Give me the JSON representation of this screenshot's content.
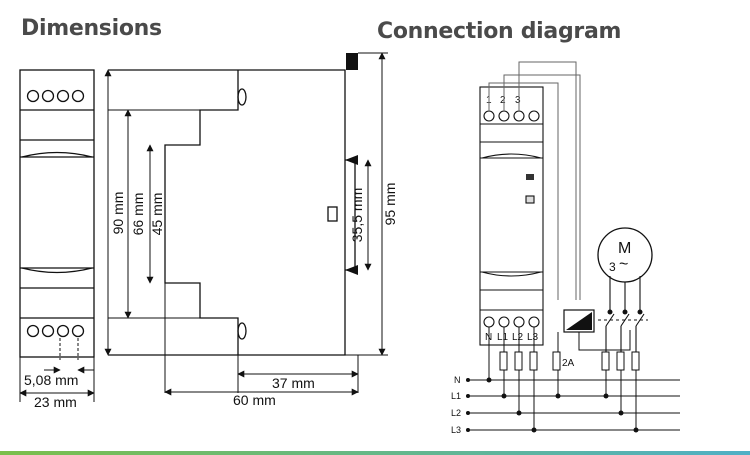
{
  "titles": {
    "dimensions": "Dimensions",
    "connection": "Connection diagram"
  },
  "dimensions": {
    "height_90": "90 mm",
    "height_66": "66 mm",
    "height_45": "45 mm",
    "height_35_5": "35,5 mm",
    "height_95": "95 mm",
    "pitch": "5,08 mm",
    "width_23": "23 mm",
    "depth_37": "37 mm",
    "depth_60": "60 mm"
  },
  "connection": {
    "top_terminals": [
      "1",
      "2",
      "3"
    ],
    "bottom_terminals": [
      "N",
      "L1",
      "L2",
      "L3"
    ],
    "fuse_label": "2A",
    "motor_letter": "M",
    "motor_phase": "3",
    "motor_tilde": "~",
    "lines": [
      "N",
      "L1",
      "L2",
      "L3"
    ]
  },
  "colors": {
    "title": "#4a4a4a",
    "line": "#111111",
    "accent_bar_start": "#7bbf4a",
    "accent_bar_end": "#4fb0c6"
  }
}
